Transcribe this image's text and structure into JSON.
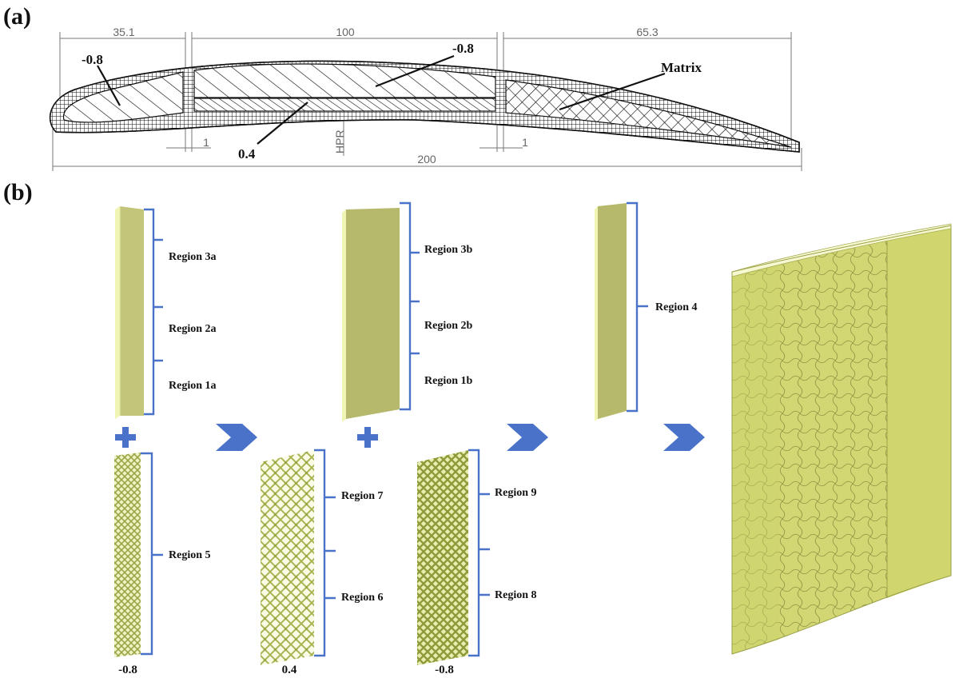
{
  "panel_a": {
    "label": "(a)",
    "dimensions": {
      "d1": "35.1",
      "d2": "100",
      "d3": "65.3",
      "total": "200",
      "gap_left": "1",
      "gap_right": "1",
      "hpr": "HPR"
    },
    "annotations": {
      "left_value": "-0.8",
      "center_value": "-0.8",
      "bottom_value": "0.4",
      "matrix": "Matrix"
    }
  },
  "panel_b": {
    "label": "(b)",
    "col1": {
      "regions": [
        "Region 3a",
        "Region 2a",
        "Region 1a"
      ],
      "lattice_region": "Region 5",
      "value": "-0.8"
    },
    "col2": {
      "regions": [
        "Region 3b",
        "Region 2b",
        "Region 1b"
      ],
      "lattice_regions": [
        "Region 7",
        "Region 6"
      ],
      "value": "0.4"
    },
    "col3": {
      "lattice_regions": [
        "Region 9",
        "Region 8"
      ],
      "value": "-0.8"
    },
    "col4": {
      "region": "Region 4"
    }
  },
  "colors": {
    "solid_face": "#b8bb6c",
    "solid_light": "#e8eca0",
    "lattice": "#c9d27a",
    "brace": "#4a72c8",
    "arrow": "#4a72c8"
  }
}
